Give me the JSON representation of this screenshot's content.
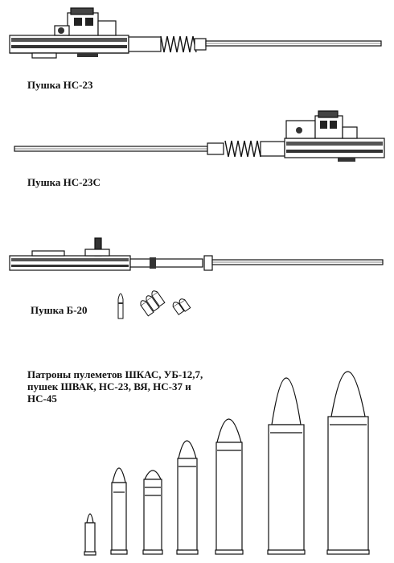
{
  "captions": {
    "ns23": "Пушка НС-23",
    "ns23s": "Пушка НС-23С",
    "b20": "Пушка Б-20"
  },
  "cartridges_caption": {
    "line1": "Патроны пулеметов ШКАС, УБ-12,7,",
    "line2": "пушек ШВАК,  НС-23,  ВЯ, НС-37 и",
    "line3": "НС-45"
  }
}
